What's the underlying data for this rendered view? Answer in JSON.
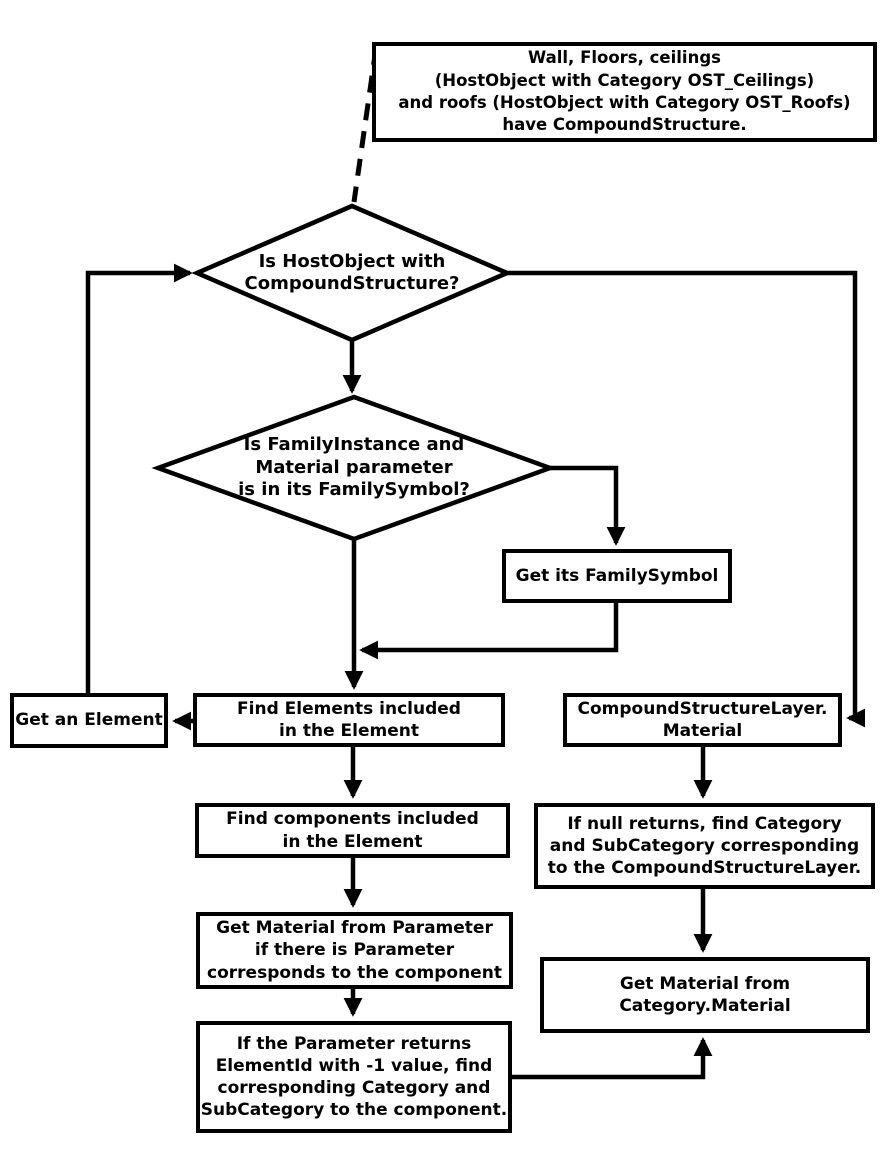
{
  "diagram": {
    "type": "flowchart",
    "colors": {
      "background": "#ffffff",
      "line": "#000000",
      "text": "#000000",
      "node_fill": "#ffffff"
    },
    "nodes": {
      "note": {
        "type": "note",
        "label": "Wall, Floors, ceilings\n(HostObject with Category OST_Ceilings)\nand roofs (HostObject with Category OST_Roofs)\nhave CompoundStructure."
      },
      "decision_compound_structure": {
        "type": "decision",
        "label": "Is HostObject with\nCompoundStructure?"
      },
      "decision_family_instance": {
        "type": "decision",
        "label": "Is FamilyInstance and\nMaterial parameter\nis in its FamilySymbol?"
      },
      "get_family_symbol": {
        "type": "process",
        "label": "Get its FamilySymbol"
      },
      "get_an_element": {
        "type": "process",
        "label": "Get an Element"
      },
      "find_elements": {
        "type": "process",
        "label": "Find Elements included\nin the Element"
      },
      "compound_structure_layer": {
        "type": "process",
        "label": "CompoundStructureLayer.\nMaterial"
      },
      "find_components": {
        "type": "process",
        "label": "Find components included\nin the Element"
      },
      "if_null_returns": {
        "type": "process",
        "label": "If null returns, find Category\nand SubCategory corresponding\nto the CompoundStructureLayer."
      },
      "get_material_from_parameter": {
        "type": "process",
        "label": "Get Material from Parameter\nif there is Parameter\ncorresponds to the component"
      },
      "get_material_from_category": {
        "type": "process",
        "label": "Get Material from\nCategory.Material"
      },
      "if_parameter_returns": {
        "type": "process",
        "label": "If the Parameter returns\nElementId with -1 value, find\ncorresponding Category and\nSubCategory to the component."
      }
    },
    "edges": [
      {
        "from": "note",
        "to": "decision_compound_structure",
        "style": "dashed"
      },
      {
        "from": "decision_compound_structure",
        "to": "decision_family_instance",
        "style": "arrow"
      },
      {
        "from": "decision_family_instance",
        "to": "get_family_symbol",
        "style": "arrow"
      },
      {
        "from": "get_family_symbol",
        "to": "find_elements",
        "style": "arrow"
      },
      {
        "from": "decision_family_instance",
        "to": "find_elements",
        "style": "arrow"
      },
      {
        "from": "find_elements",
        "to": "get_an_element",
        "style": "arrow"
      },
      {
        "from": "get_an_element",
        "to": "decision_compound_structure",
        "style": "arrow"
      },
      {
        "from": "decision_compound_structure",
        "to": "compound_structure_layer",
        "style": "arrow"
      },
      {
        "from": "compound_structure_layer",
        "to": "if_null_returns",
        "style": "arrow"
      },
      {
        "from": "find_elements",
        "to": "find_components",
        "style": "arrow"
      },
      {
        "from": "find_components",
        "to": "get_material_from_parameter",
        "style": "arrow"
      },
      {
        "from": "get_material_from_parameter",
        "to": "if_parameter_returns",
        "style": "arrow"
      },
      {
        "from": "if_null_returns",
        "to": "get_material_from_category",
        "style": "arrow"
      },
      {
        "from": "if_parameter_returns",
        "to": "get_material_from_category",
        "style": "arrow"
      }
    ]
  }
}
